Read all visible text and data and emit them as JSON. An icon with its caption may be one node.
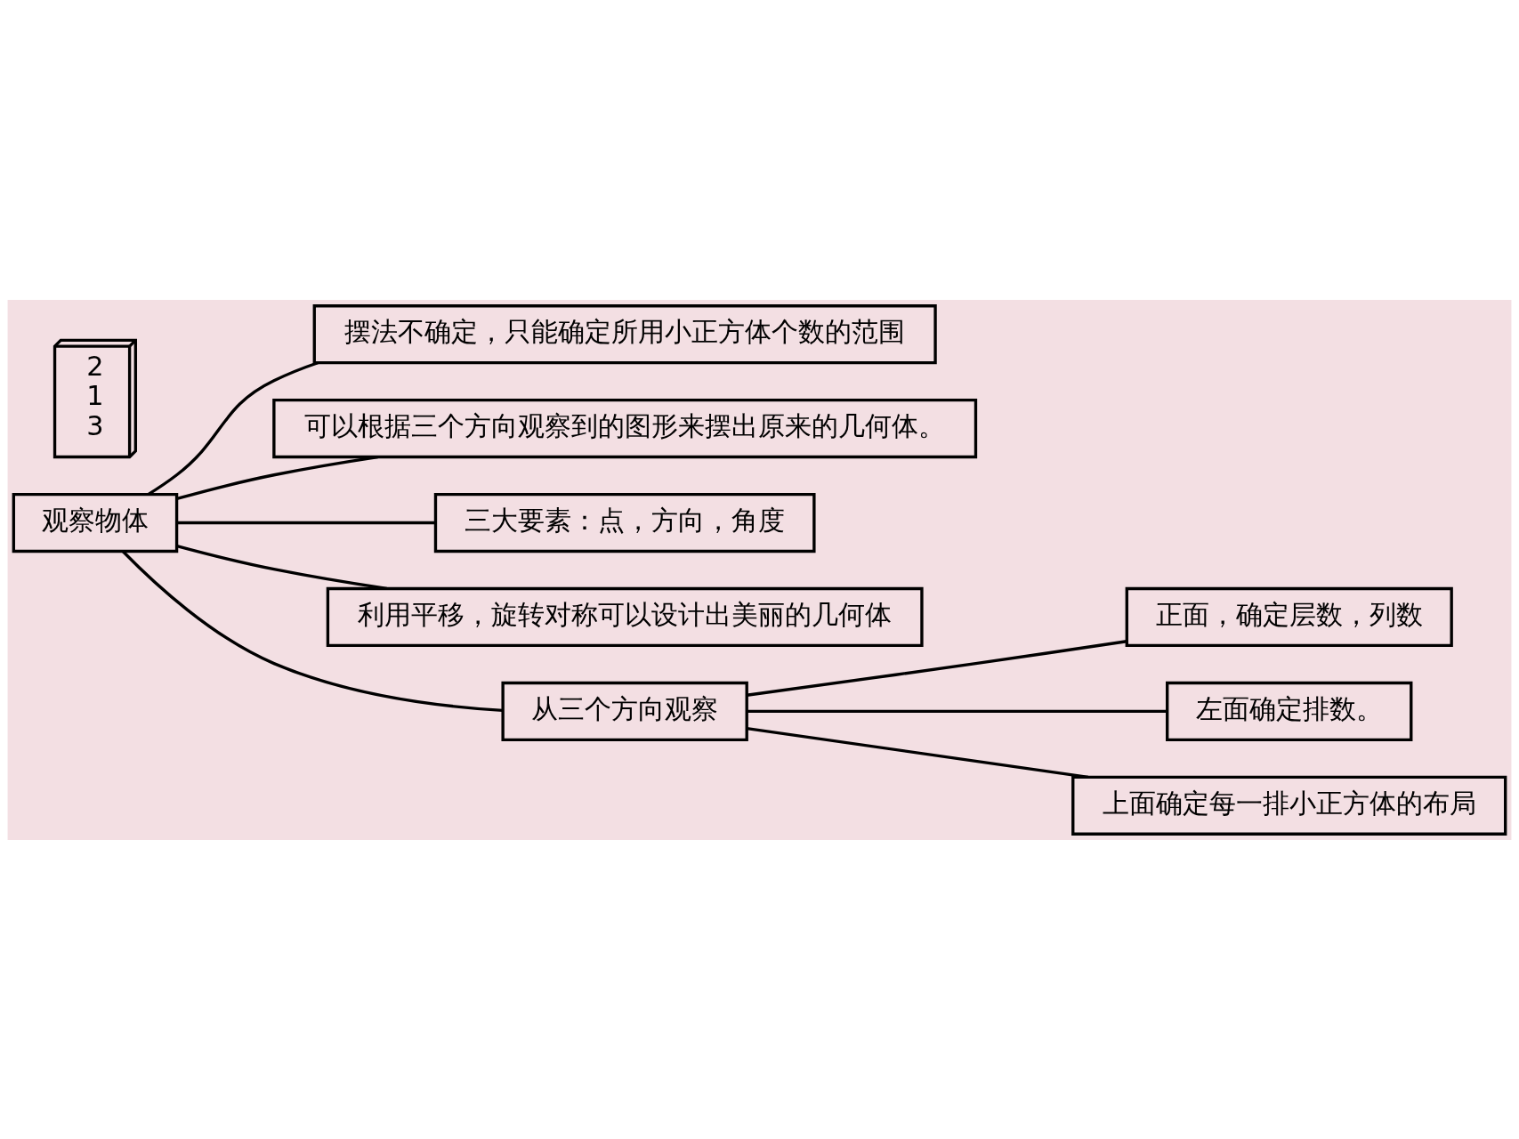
{
  "diagram": {
    "nodes": [
      {
        "text": [
          "观察物体"
        ]
      },
      {
        "text": [
          "摆法不确定，只能确定所用小正方体个数的范围"
        ]
      },
      {
        "text": [
          "可以根据三个方向观察到的图形来摆出原来的几何体。"
        ]
      },
      {
        "text": [
          "三大要素：点，方向，角度"
        ]
      },
      {
        "text": [
          "利用平移，旋转对称可以设计出美丽的几何体"
        ]
      },
      {
        "text": [
          "从三个方向观察"
        ]
      },
      {
        "text": [
          "正面，确定层数，列数"
        ]
      },
      {
        "text": [
          "左面确定排数。"
        ]
      },
      {
        "text": [
          "上面确定每一排小正方体的布局"
        ]
      },
      {
        "text": [
          "2",
          "1",
          "3"
        ]
      }
    ],
    "edges": [
      {
        "from": 0,
        "to": 1,
        "arrow": "none"
      },
      {
        "from": 0,
        "to": 2,
        "arrow": "none"
      },
      {
        "from": 0,
        "to": 3,
        "arrow": "none"
      },
      {
        "from": 0,
        "to": 4,
        "arrow": "none"
      },
      {
        "from": 0,
        "to": 5,
        "arrow": "none"
      },
      {
        "from": 5,
        "to": 6,
        "arrow": "none"
      },
      {
        "from": 5,
        "to": 7,
        "arrow": "none"
      },
      {
        "from": 5,
        "to": 8,
        "arrow": "none"
      }
    ]
  }
}
